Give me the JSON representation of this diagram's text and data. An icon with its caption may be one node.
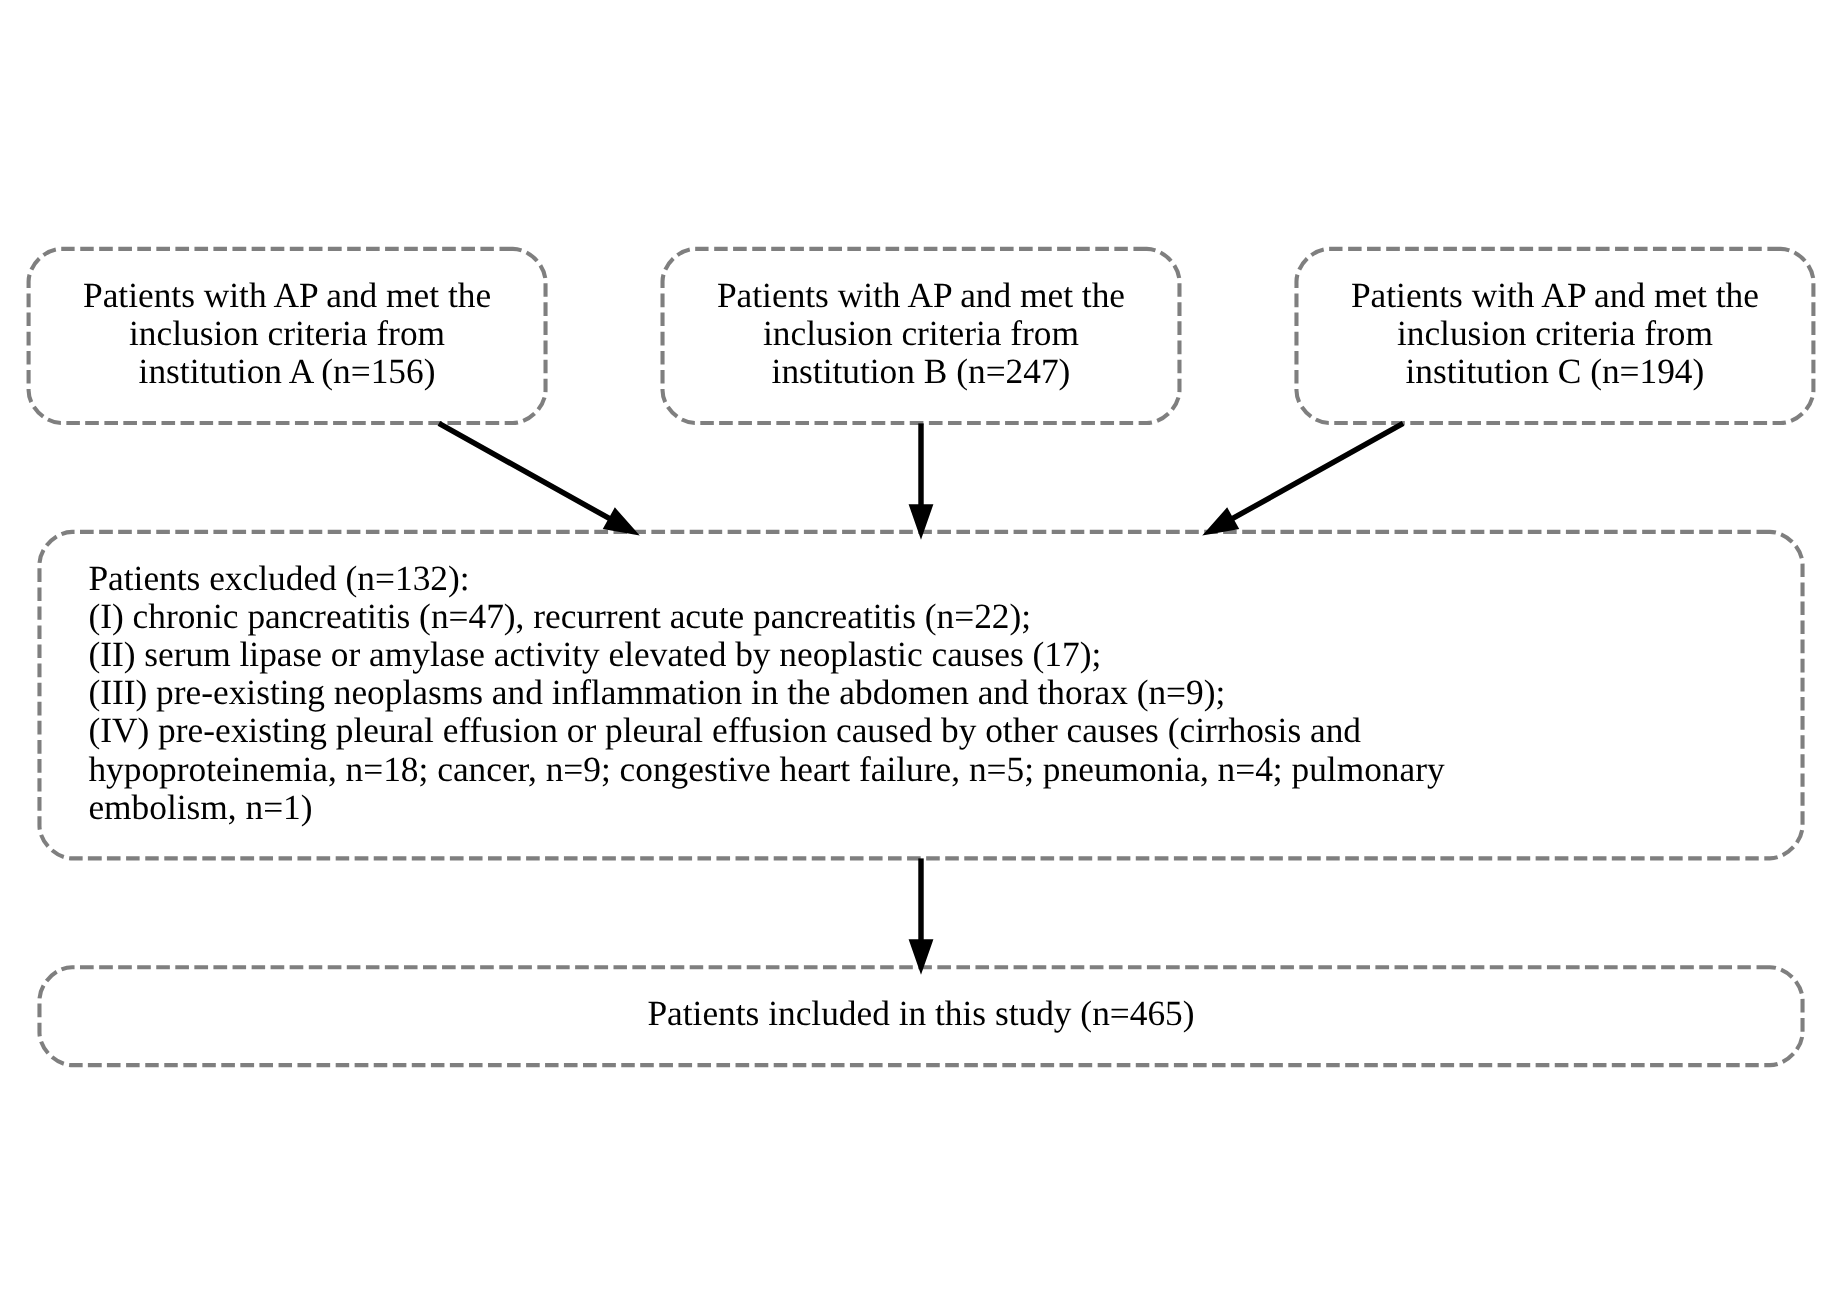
{
  "diagram": {
    "nodes": [
      {
        "text": [
          "Patients with AP and met the inclusion criteria from institution A (n=156)"
        ]
      },
      {
        "text": [
          "Patients with AP and met the inclusion criteria from institution B (n=247)"
        ]
      },
      {
        "text": [
          "Patients with AP and met the inclusion criteria from institution C (n=194)"
        ]
      },
      {
        "text": [
          "Patients excluded (n=132):",
          "(I) chronic pancreatitis (n=47), recurrent acute pancreatitis (n=22);",
          "(II) serum lipase or amylase activity elevated by neoplastic causes (17);",
          "(III) pre-existing neoplasms and inflammation in the abdomen and thorax (n=9);",
          "(IV) pre-existing pleural effusion or pleural effusion caused by other causes (cirrhosis and hypoproteinemia, n=18; cancer, n=9; congestive heart failure, n=5; pneumonia, n=4; pulmonary embolism, n=1)"
        ]
      },
      {
        "text": [
          "Patients included in this study (n=465)"
        ]
      }
    ],
    "edges": [
      {
        "from": 0,
        "to": 3,
        "arrow": "to"
      },
      {
        "from": 1,
        "to": 3,
        "arrow": "to"
      },
      {
        "from": 2,
        "to": 3,
        "arrow": "to"
      },
      {
        "from": 3,
        "to": 4,
        "arrow": "to"
      }
    ]
  }
}
